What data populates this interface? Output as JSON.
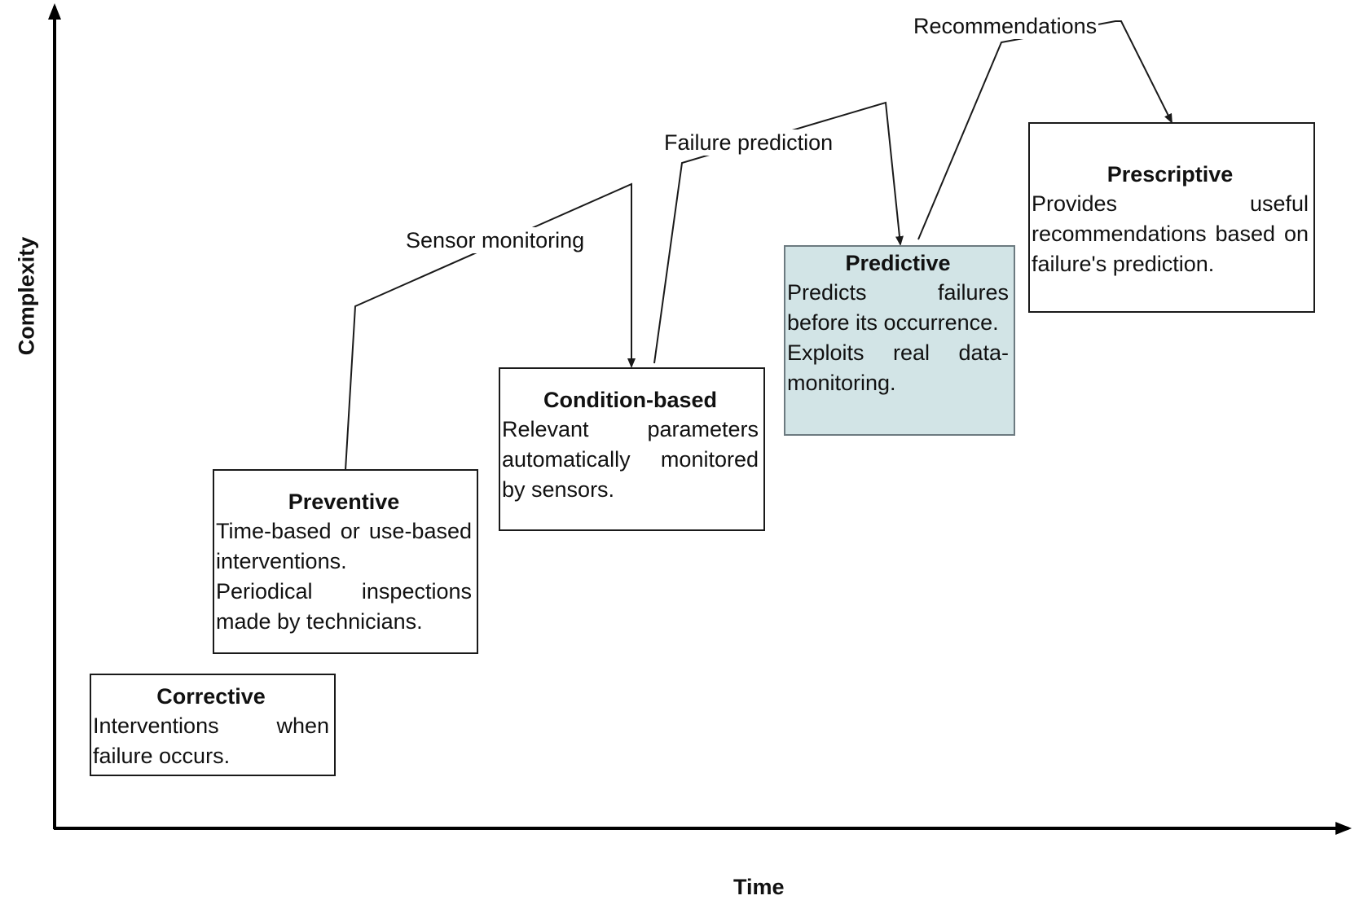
{
  "axes": {
    "x_label": "Time",
    "y_label": "Complexity"
  },
  "stages": [
    {
      "key": "corrective",
      "title": "Corrective",
      "description": [
        "Interventions when failure occurs."
      ],
      "highlighted": false
    },
    {
      "key": "preventive",
      "title": "Preventive",
      "description": [
        "Time-based or use-based interventions.",
        "Periodical inspections made by technicians."
      ],
      "highlighted": false
    },
    {
      "key": "condition_based",
      "title": "Condition-based",
      "description": [
        "Relevant parameters automatically monitored by sensors."
      ],
      "highlighted": false
    },
    {
      "key": "predictive",
      "title": "Predictive",
      "description": [
        "Predicts failures before its occurrence.",
        "Exploits real data-monitoring."
      ],
      "highlighted": true
    },
    {
      "key": "prescriptive",
      "title": "Prescriptive",
      "description": [
        "Provides useful recommendations based on failure's prediction."
      ],
      "highlighted": false
    }
  ],
  "transitions": [
    {
      "label": "Sensor monitoring",
      "from": "preventive",
      "to": "condition_based"
    },
    {
      "label": "Failure prediction",
      "from": "condition_based",
      "to": "predictive"
    },
    {
      "label": "Recommendations",
      "from": "predictive",
      "to": "prescriptive"
    }
  ],
  "colors": {
    "highlight_fill": "#d2e4e6",
    "line": "#1a1a1a"
  }
}
